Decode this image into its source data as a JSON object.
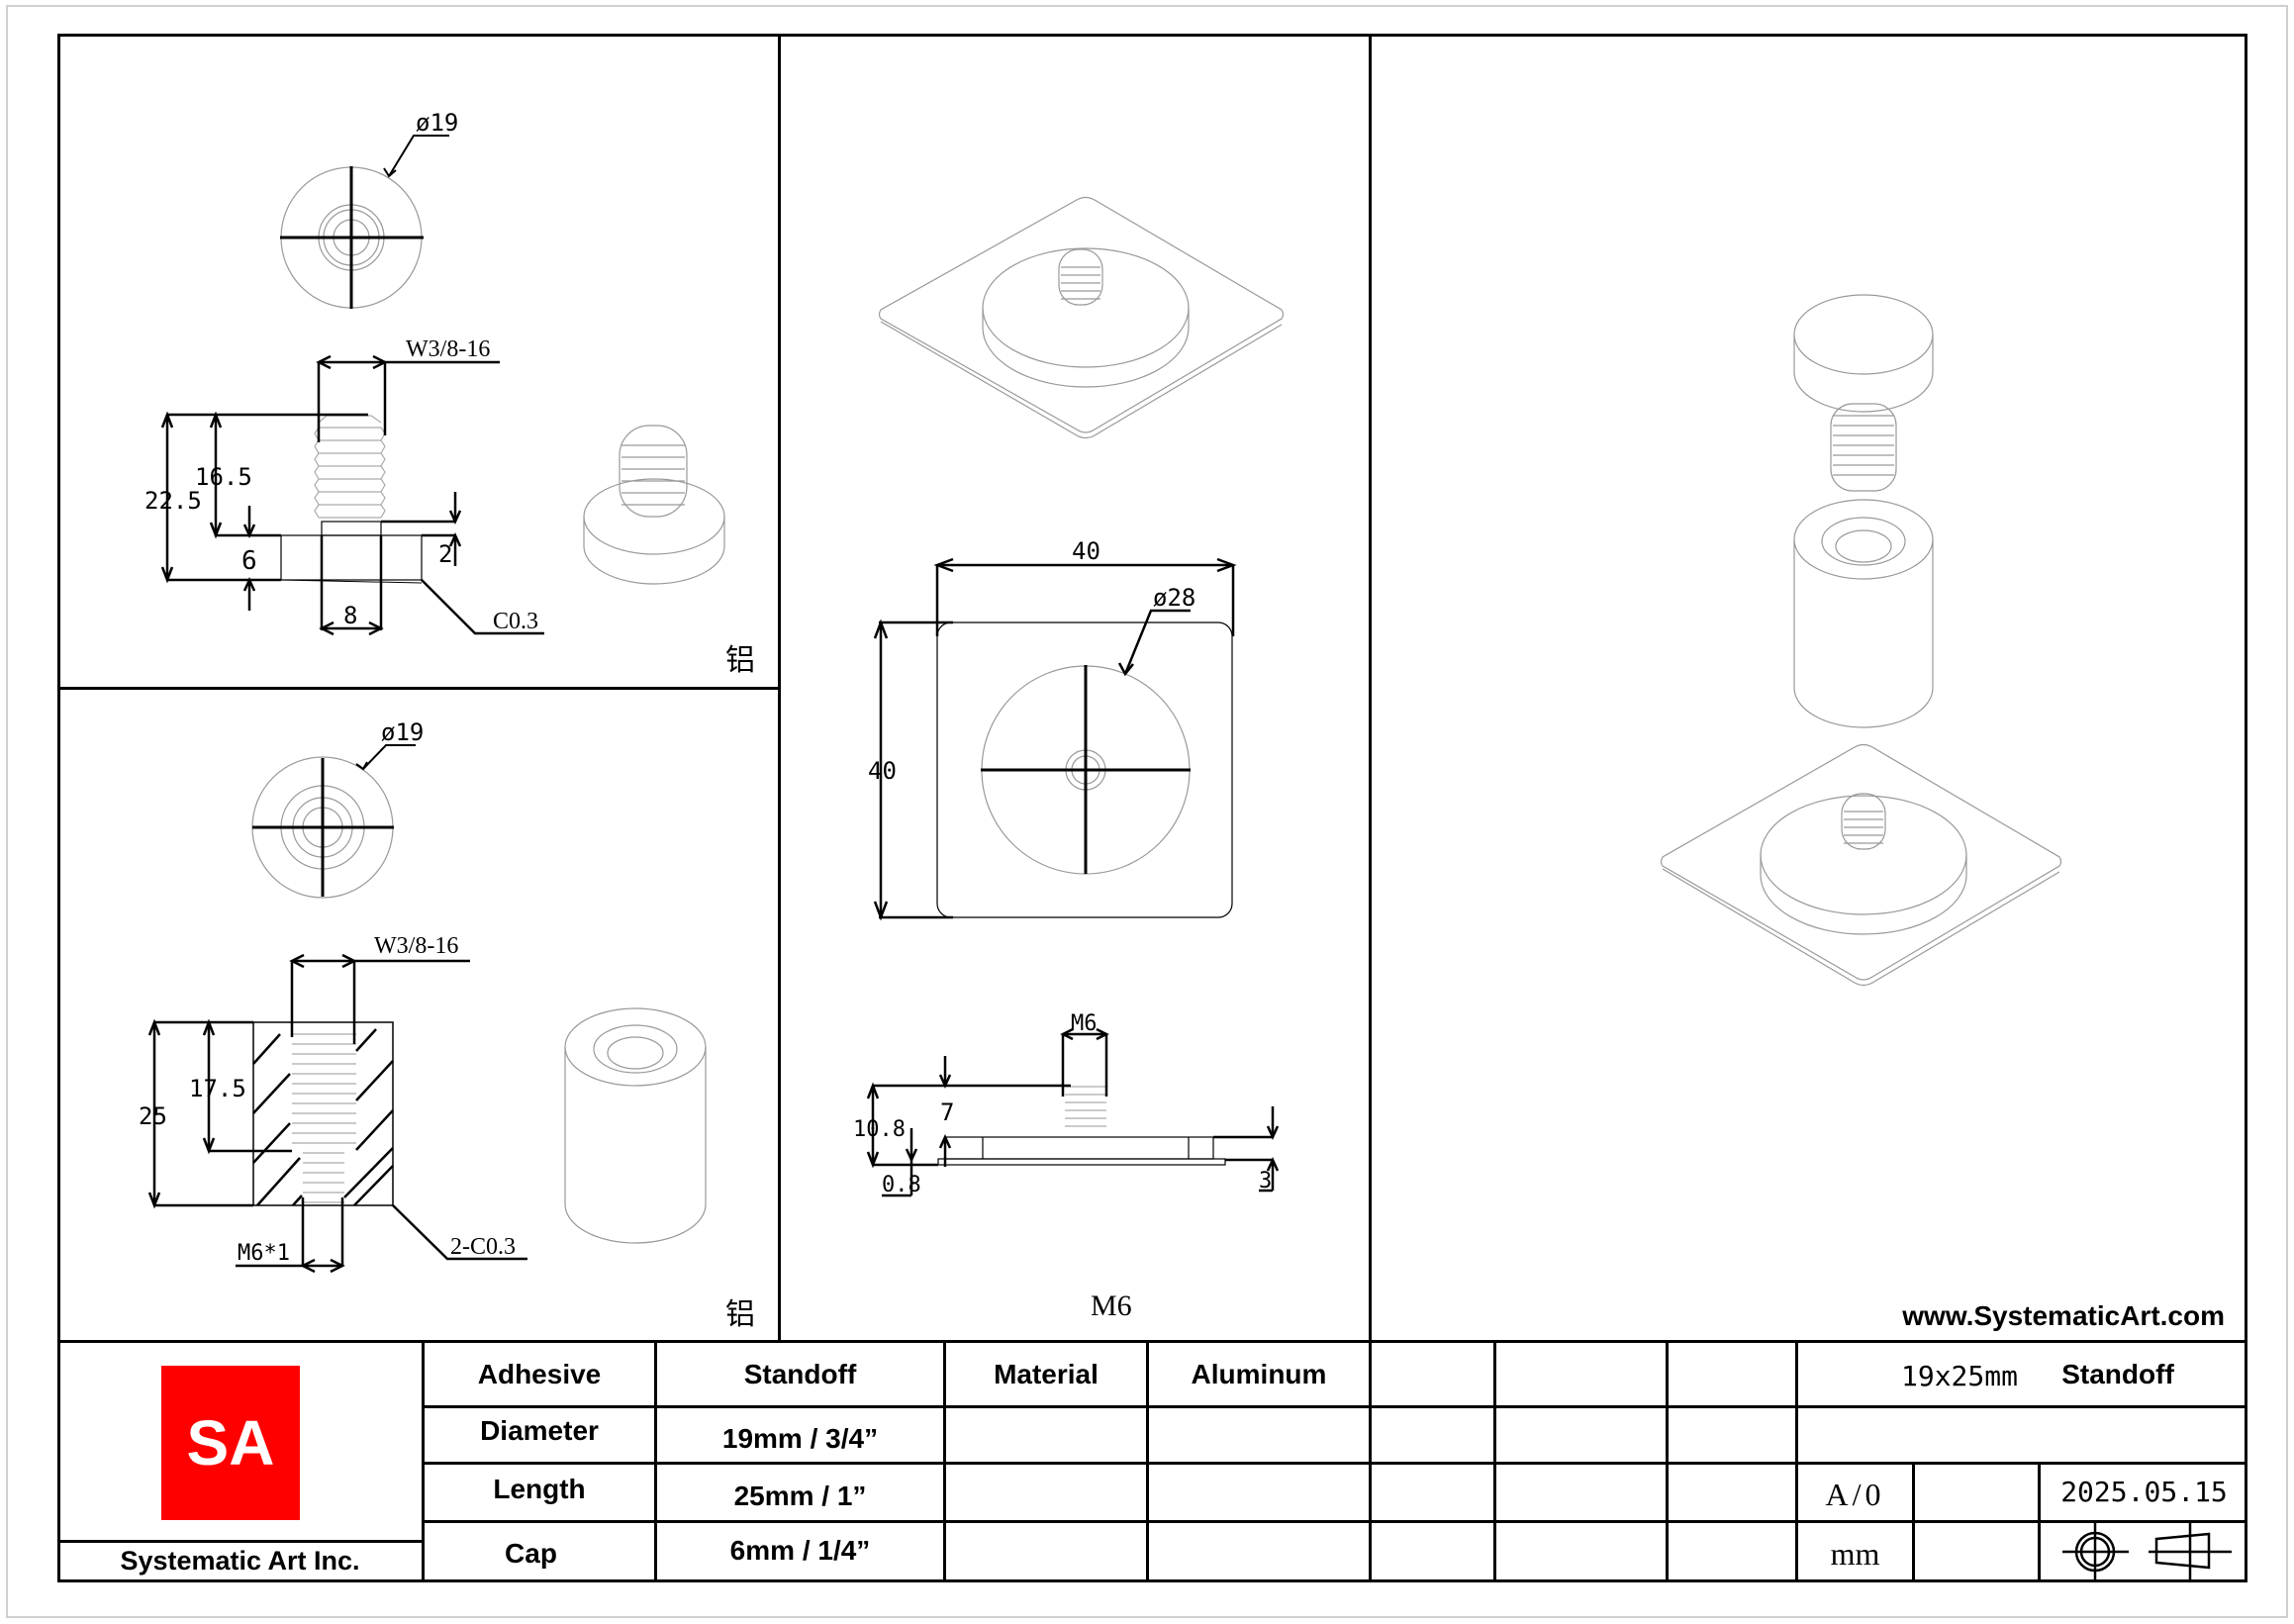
{
  "drawing": {
    "top_left_view": {
      "diameter_label": "ø19",
      "thread_label": "W3/8-16",
      "dim_total_height": "22.5",
      "dim_thread_length": "16.5",
      "dim_cap_height": "6",
      "dim_step": "2",
      "dim_neck_width": "8",
      "chamfer_label": "C0.3",
      "material_note": "铝"
    },
    "bottom_left_view": {
      "diameter_label": "ø19",
      "thread_label": "W3/8-16",
      "dim_total_height": "25",
      "dim_thread_depth": "17.5",
      "bottom_thread_label": "M6*1",
      "chamfer_label": "2-C0.3",
      "material_note": "铝"
    },
    "middle_view": {
      "width_label": "40",
      "height_label": "40",
      "diameter_label": "ø28",
      "stud_label": "M6",
      "dim_total_height": "10.8",
      "dim_stud_length": "7",
      "dim_plate": "0.8",
      "dim_pad": "3",
      "thread_note": "M6"
    },
    "website": "www.SystematicArt.com"
  },
  "title_block": {
    "logo_text": "SA",
    "logo_color": "#ff0000",
    "company": "Systematic Art Inc.",
    "rows": [
      {
        "label": "Adhesive",
        "value": "Standoff"
      },
      {
        "label": "Diameter",
        "value": "19mm / 3/4”"
      },
      {
        "label": "Length",
        "value": "25mm / 1”"
      },
      {
        "label": "Cap",
        "value": "6mm / 1/4”"
      }
    ],
    "material_label": "Material",
    "material_value": "Aluminum",
    "size": "19x25mm",
    "product": "Standoff",
    "revision": "A/0",
    "date": "2025.05.15",
    "units": "mm",
    "projection_icons": [
      "first-angle-circle-icon",
      "first-angle-cone-icon"
    ]
  }
}
